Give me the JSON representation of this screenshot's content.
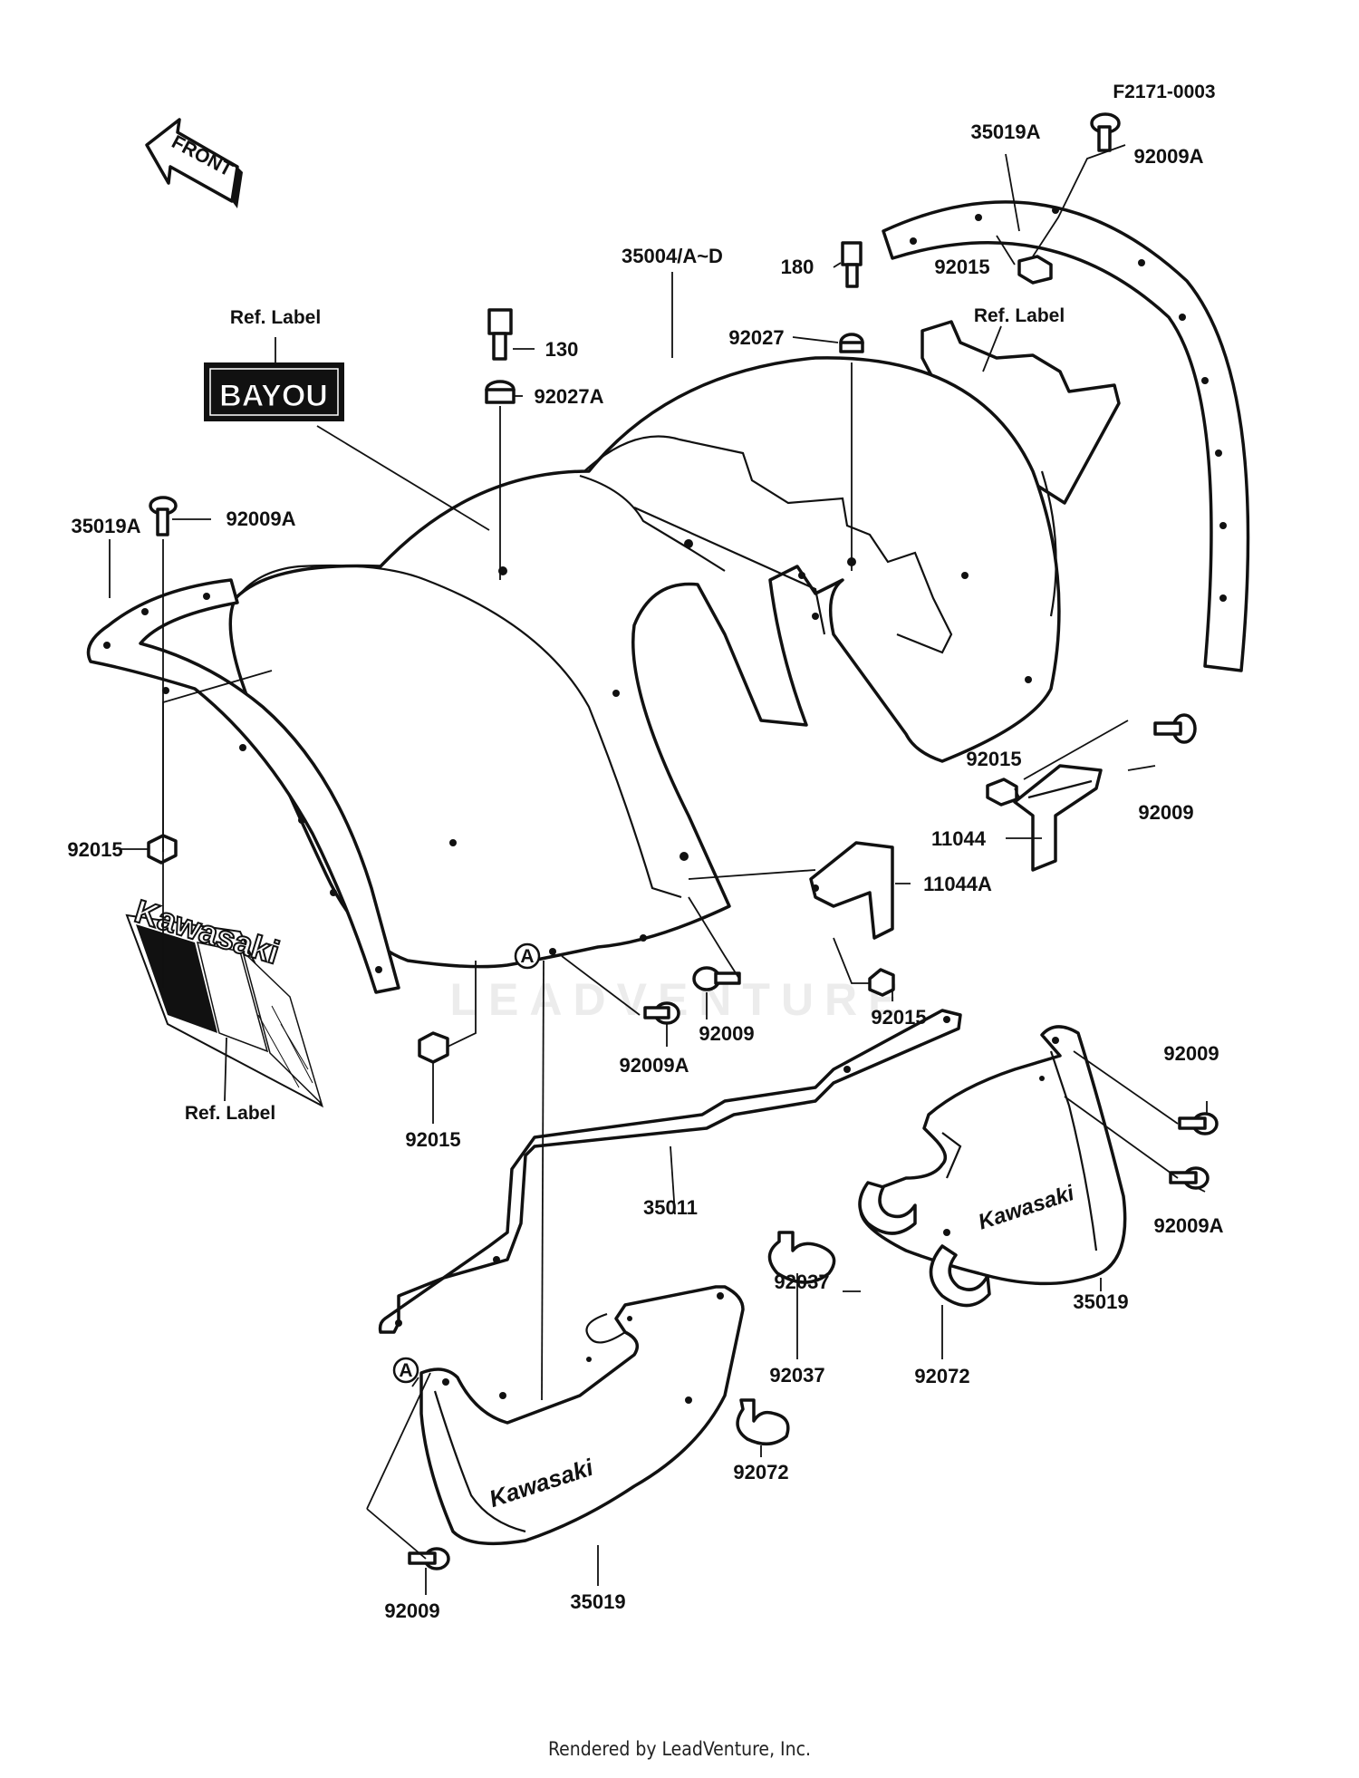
{
  "diagram_code": "F2171-0003",
  "front_arrow": "FRONT",
  "footer": "Rendered by LeadVenture, Inc.",
  "watermark": "LEADVENTURE",
  "decals": {
    "bayou": "BAYOU",
    "kawasaki": "Kawasaki",
    "flap_logo": "Kawasaki"
  },
  "callouts": {
    "c_35019A_top": "35019A",
    "c_92009A_top": "92009A",
    "c_35004": "35004/A~D",
    "c_92015_top": "92015",
    "c_180": "180",
    "c_reflabel_right": "Ref. Label",
    "c_92027": "92027",
    "c_reflabel_left": "Ref. Label",
    "c_130": "130",
    "c_92027A": "92027A",
    "c_35019A_left": "35019A",
    "c_92009A_left": "92009A",
    "c_92015_right": "92015",
    "c_92009_right": "92009",
    "c_11044": "11044",
    "c_92015_left": "92015",
    "c_11044A": "11044A",
    "c_92009_mid": "92009",
    "c_92015_mid": "92015",
    "c_92009A_mid": "92009A",
    "c_reflabel_bottom": "Ref. Label",
    "c_92015_lower": "92015",
    "c_92009_flap": "92009",
    "c_35011": "35011",
    "c_92009A_flap": "92009A",
    "c_92037_a": "92037",
    "c_35019_right": "35019",
    "c_92037_b": "92037",
    "c_92072_a": "92072",
    "c_92072_b": "92072",
    "c_92009_bottom": "92009",
    "c_35019_bottom": "35019",
    "marker_a1": "A",
    "marker_a2": "A"
  }
}
